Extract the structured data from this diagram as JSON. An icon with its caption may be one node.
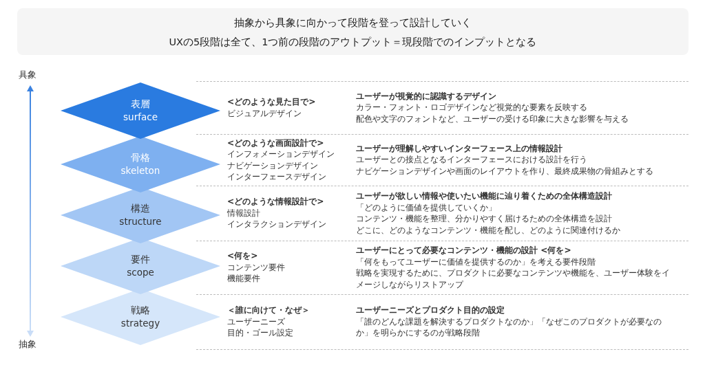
{
  "diagram": {
    "title": "抽象から具象に向かって段階を登って設計していく",
    "nodes": [
      {
        "text": [
          "表層",
          "surface"
        ]
      },
      {
        "text": [
          "骨格",
          "skeleton"
        ]
      },
      {
        "text": [
          "構造",
          "structure"
        ]
      },
      {
        "text": [
          "要件",
          "scope"
        ]
      },
      {
        "text": [
          "戦略",
          "strategy"
        ]
      }
    ],
    "edges": [],
    "labels": [
      "UXの5段階は全て、1つ前の段階のアウトプット＝現段階でのインプットとなる",
      "具象",
      "<どのような見た目で>",
      "ビジュアルデザイン",
      "ユーザーが視覚的に認識するデザイン",
      "カラー・フォント・ロゴデザインなど視覚的な要素を反映する",
      "配色や文字のフォントなど、ユーザーの受ける印象に大きな影響を与える",
      "<どのような画面設計で>",
      "インフォメーションデザイン",
      "ナビゲーションデザイン",
      "インターフェースデザイン",
      "ユーザーが理解しやすいインターフェース上の情報設計",
      "ユーザーとの接点となるインターフェースにおける設計を行う",
      "ナビゲーションデザインや画面のレイアウトを作り、最終成果物の骨組みとする",
      "<どのような情報設計で>",
      "情報設計",
      "インタラクションデザイン",
      "ユーザーが欲しい情報や使いたい機能に辿り着くための全体構造設計",
      "「どのように価値を提供していくか」",
      "コンテンツ・機能を整理、分かりやすく届けるための全体構造を設計",
      "どこに、どのようなコンテンツ・機能を配し、どのように関連付けるか",
      "<何を>",
      "コンテンツ要件",
      "機能要件",
      "ユーザーにとって必要なコンテンツ・機能の設計 <何を>",
      "「何をもってユーザーに価値を提供するのか」を考える要件段階",
      "戦略を実現するために、プロダクトに必要なコンテンツや機能を、ユーザー体験をイメージしながらリストアップ",
      "＜誰に向けて・なぜ＞",
      "ユーザーニーズ",
      "目的・ゴール設定",
      "ユーザーニーズとプロダクト目的の設定",
      "「誰のどんな課題を解決するプロダクトなのか」「なぜこのプロダクトが必要なのか」を明らかにするのが戦略段階",
      "抽象"
    ]
  }
}
